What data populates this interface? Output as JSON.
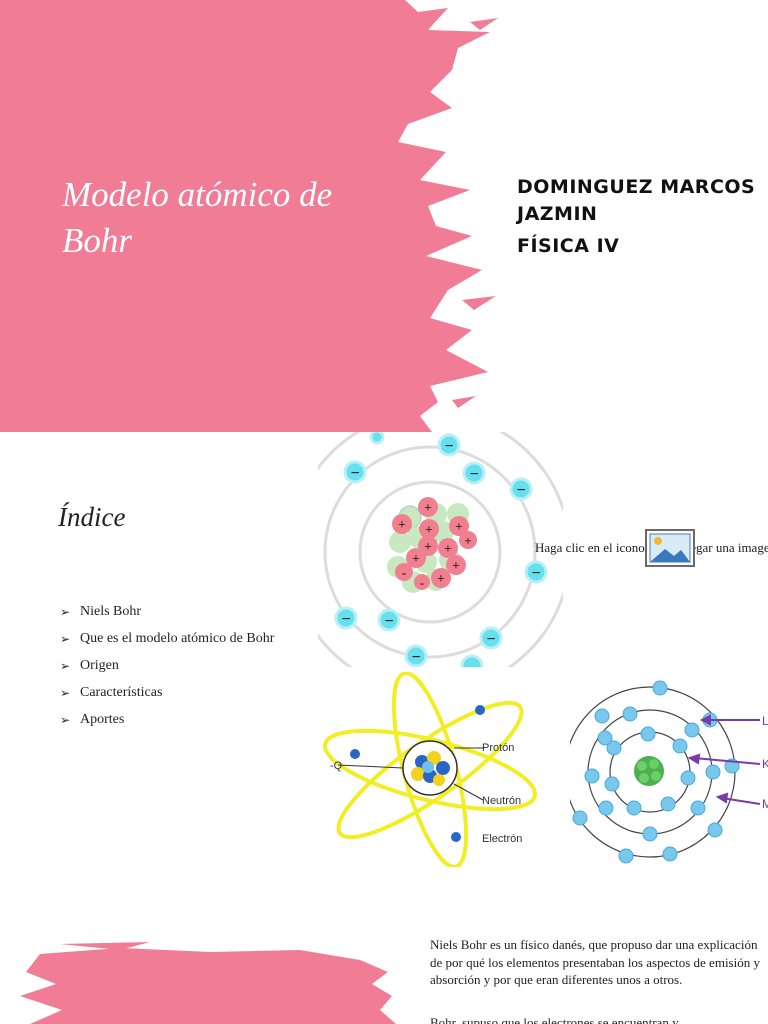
{
  "slide1": {
    "title": "Modelo atómico de Bohr",
    "author": "DOMINGUEZ MARCOS JAZMIN",
    "subject": "FÍSICA IV",
    "colors": {
      "paint": "#F07D95",
      "text": "#111111",
      "title": "#FFFFFF"
    }
  },
  "slide2": {
    "index_title": "Índice",
    "items": [
      "Niels Bohr",
      "Que es el modelo atómico de Bohr",
      "Origen",
      "Características",
      "Aportes"
    ],
    "image_placeholder": "Haga clic en el icono para agregar una imagen",
    "diagram1": {
      "nucleus_signs": [
        "+",
        "+",
        "+",
        "+",
        "+",
        "+",
        "+",
        "+",
        "+",
        "+",
        "-",
        "-"
      ],
      "electron_sign": "−"
    },
    "diagram2": {
      "labels": [
        "Protón",
        "Neutrón",
        "Electrón"
      ],
      "left_label": "-Q"
    },
    "diagram3": {
      "labels": [
        "L",
        "K",
        "M"
      ]
    }
  },
  "slide3": {
    "paragraph1": "Niels Bohr es un físico danés, que propuso dar una explicación de por qué los elementos presentaban los aspectos de emisión y absorción y por que eran diferentes unos a otros.",
    "paragraph2": "Bohr, supuso que los electrones se encuentran y"
  }
}
